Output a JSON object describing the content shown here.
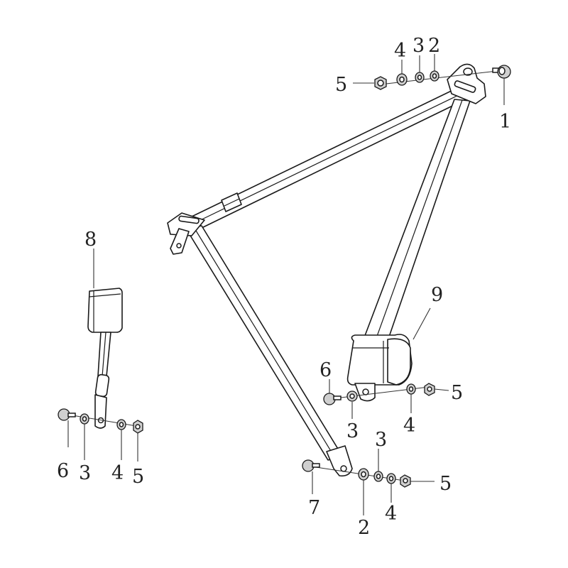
{
  "colors": {
    "line": "#1a1a1a",
    "label": "#222222",
    "background": "#ffffff"
  },
  "labels": {
    "top_1": "1",
    "top_2": "2",
    "top_3": "3",
    "top_4": "4",
    "top_5": "5",
    "belt_8": "8",
    "left_6": "6",
    "left_3": "3",
    "left_4": "4",
    "left_5": "5",
    "retractor_9": "9",
    "ret_6": "6",
    "ret_3": "3",
    "ret_4": "4",
    "ret_5": "5",
    "bot_7": "7",
    "bot_2": "2",
    "bot_3": "3",
    "bot_4": "4",
    "bot_5": "5"
  }
}
